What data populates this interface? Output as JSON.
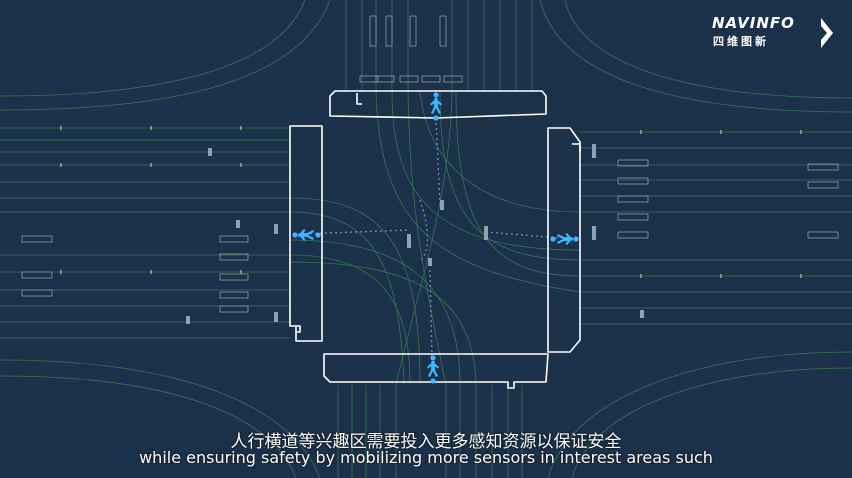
{
  "logo": {
    "brand": "NAVINFO",
    "chinese": "四维图新"
  },
  "subtitles": {
    "chinese": "人行横道等兴趣区需要投入更多感知资源以保证安全",
    "english": "while ensuring safety by mobilizing more sensors in interest areas such"
  },
  "colors": {
    "background": "#1b3149",
    "lane_line": "#3e8a5a",
    "boundary": "#ffffff",
    "pedestrian": "#3fb6ff",
    "trajectory": "#7a84a6"
  },
  "icons": {
    "pedestrian": "pedestrian-icon",
    "logo_arrow": "chevron-right-icon"
  }
}
